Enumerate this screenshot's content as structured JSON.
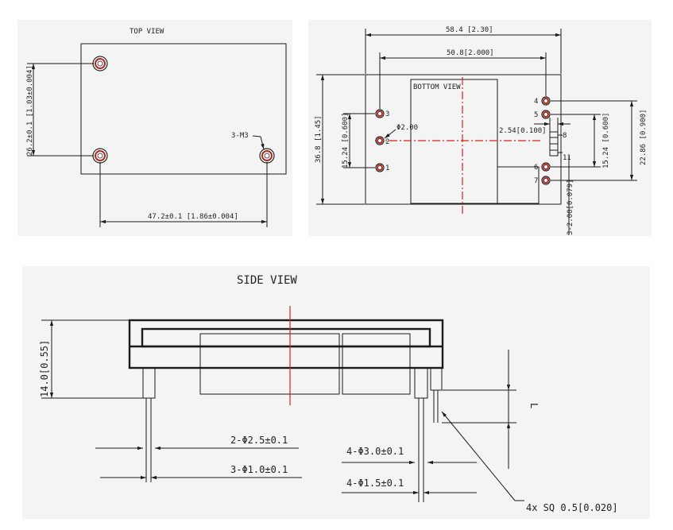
{
  "top_view": {
    "title": "TOP VIEW",
    "dim_height": "26.2±0.1 [1.03±0.004]",
    "dim_width": "47.2±0.1 [1.86±0.004]",
    "thread_label": "3-M3"
  },
  "bottom_view": {
    "title": "BOTTOM VIEW",
    "dim_overall_width": "58.4 [2.30]",
    "dim_pin_span": "50.8[2.000]",
    "dim_height": "36.8 [1.45]",
    "dim_left_pin_spacing": "15.24 [0.600]",
    "dim_right_pin_spacing": "15.24 [0.600]",
    "dim_right_span": "22.86 [0.900]",
    "dim_pitch": "2.54[0.100]",
    "dim_bottom_offset": "3-2.00[0.079]",
    "hole_dia_label": "Φ2.00",
    "pin_labels_left": [
      "3",
      "2",
      "1"
    ],
    "pin_labels_right": [
      "4",
      "5",
      "6",
      "7"
    ],
    "pad_labels": [
      "8",
      "11"
    ]
  },
  "side_view": {
    "title": "SIDE VIEW",
    "dim_height": "14.0[0.55]",
    "dim_l": "L",
    "callouts": [
      "2-Φ2.5±0.1",
      "3-Φ1.0±0.1",
      "4-Φ3.0±0.1",
      "4-Φ1.5±0.1",
      "4x SQ 0.5[0.020]"
    ]
  },
  "colors": {
    "centerline": "#d8231c",
    "line": "#1a1a1a",
    "panel": "#f4f4f4"
  }
}
